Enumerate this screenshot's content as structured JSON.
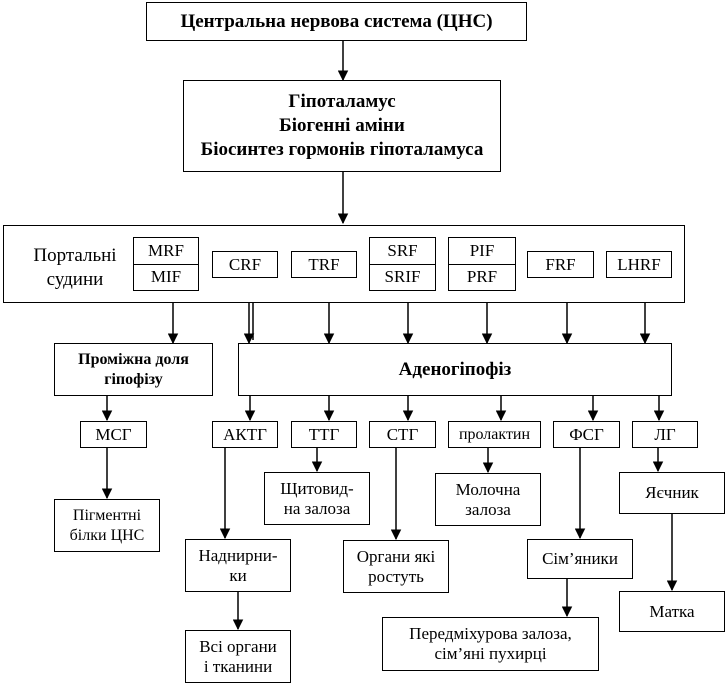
{
  "cns": "Центральна нервова система (ЦНС)",
  "hypothalamus": [
    "Гіпоталамус",
    "Біогенні аміни",
    "Біосинтез гормонів гіпоталамуса"
  ],
  "portal": [
    "Портальні",
    "судини"
  ],
  "factors": {
    "mrf": "MRF",
    "mif": "MIF",
    "crf": "CRF",
    "trf": "TRF",
    "srf": "SRF",
    "srif": "SRIF",
    "pif": "PIF",
    "prf": "PRF",
    "frf": "FRF",
    "lhrf": "LHRF"
  },
  "intermediate": [
    "Проміжна доля",
    "гіпофізу"
  ],
  "adeno": "Аденогіпофіз",
  "hormones": {
    "msh": "МСГ",
    "acth": "АКТГ",
    "tsh": "ТТГ",
    "stg": "СТГ",
    "prolactin": "пролактин",
    "fsh": "ФСГ",
    "lh": "ЛГ"
  },
  "targets": {
    "pigment": [
      "Пігментні",
      "білки ЦНС"
    ],
    "thyroid": [
      "Щитовид-",
      "на залоза"
    ],
    "mammary": [
      "Молочна",
      "залоза"
    ],
    "ovary": "Яєчник",
    "adrenal": [
      "Наднирни-",
      "ки"
    ],
    "growing": [
      "Органи які",
      "ростуть"
    ],
    "testes": "Сім’яники",
    "uterus": "Матка",
    "all_organs": [
      "Всі органи",
      "і тканини"
    ],
    "prostate": [
      "Передміхурова залоза,",
      "сім’яні пухирці"
    ]
  }
}
